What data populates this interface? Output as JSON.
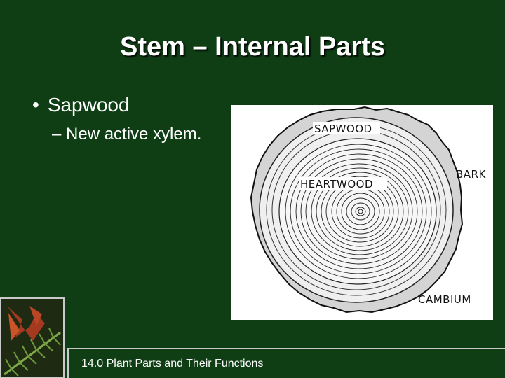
{
  "slide": {
    "title": "Stem – Internal Parts",
    "bullet": "Sapwood",
    "bullet_marker": "•",
    "sub_bullet": "– New active xylem.",
    "footer": "14.0 Plant Parts and Their Functions"
  },
  "figure": {
    "labels": {
      "sapwood": "SAPWOOD",
      "heartwood": "HEARTWOOD",
      "bark": "BARK",
      "cambium": "CAMBIUM"
    }
  },
  "colors": {
    "background": "#0f3d14",
    "text": "#ffffff",
    "border": "#c9c9c9"
  }
}
